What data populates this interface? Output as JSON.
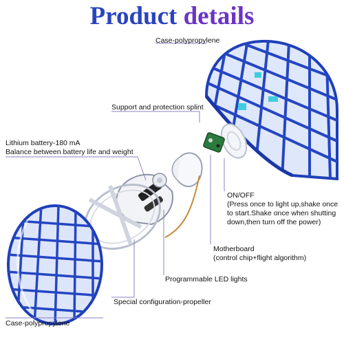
{
  "title": {
    "word1": "Product",
    "word2": "details"
  },
  "labels": {
    "case_top": "Case-polypropylene",
    "splint": "Support and protection splint",
    "battery_line1": "Lithium battery-180 mA",
    "battery_line2": "Balance between battery life and weight",
    "onoff_line1": "ON/OFF",
    "onoff_line2": "(Press once to light up,shake once",
    "onoff_line3": "to start.Shake once when shutting",
    "onoff_line4": "down,then turn off the power)",
    "motherboard_line1": "Motherboard",
    "motherboard_line2": "(control chip+flight algorithm)",
    "led": "Programmable LED lights",
    "propeller": "Special configuration-propeller",
    "case_bottom": "Case-polypropylene"
  },
  "colors": {
    "title_blue": "#2a43bf",
    "title_purple": "#6b34c4",
    "callout_line": "#8d7fc4",
    "ball_blue": "#1f3fb8",
    "ball_light": "#4c7be0"
  }
}
